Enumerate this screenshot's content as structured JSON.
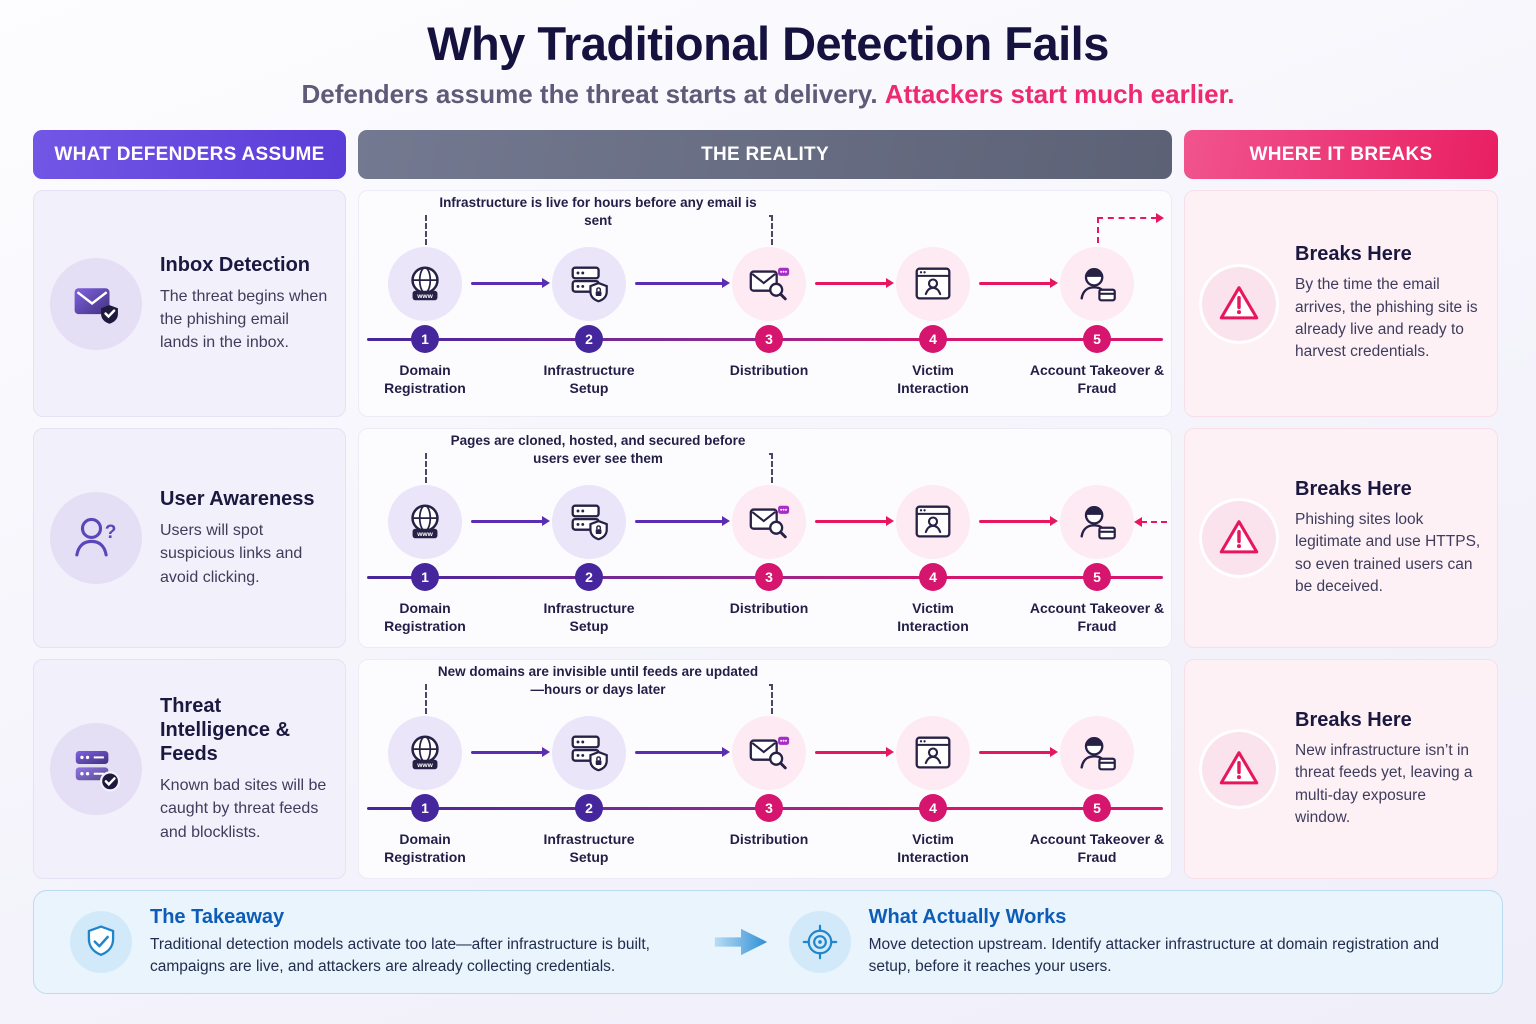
{
  "page": {
    "title": "Why Traditional Detection Fails",
    "subtitle_plain": "Defenders assume the threat starts at delivery. ",
    "subtitle_accent": "Attackers start much earlier."
  },
  "columns": {
    "assume": "WHAT DEFENDERS ASSUME",
    "reality": "THE REALITY",
    "breaks": "WHERE IT BREAKS"
  },
  "timeline": {
    "steps": [
      {
        "num": "1",
        "label": "Domain Registration",
        "icon": "globe-www-icon"
      },
      {
        "num": "2",
        "label": "Infrastructure Setup",
        "icon": "server-shield-icon"
      },
      {
        "num": "3",
        "label": "Distribution",
        "icon": "email-magnifier-icon"
      },
      {
        "num": "4",
        "label": "Victim Interaction",
        "icon": "browser-victim-icon"
      },
      {
        "num": "5",
        "label": "Account Takeover & Fraud",
        "icon": "hacker-card-icon"
      }
    ]
  },
  "rows": [
    {
      "assume": {
        "icon": "envelope-shield-icon",
        "title": "Inbox Detection",
        "text": "The threat begins when the phishing email lands in the inbox."
      },
      "annotation": "Infrastructure is live for hours before any email is sent",
      "breaks": {
        "icon": "warning-triangle-icon",
        "title": "Breaks Here",
        "text": "By the time the email arrives, the phishing site is already live and ready to harvest credentials."
      }
    },
    {
      "assume": {
        "icon": "user-question-icon",
        "title": "User Awareness",
        "text": "Users will spot suspicious links and avoid clicking."
      },
      "annotation": "Pages are cloned, hosted, and secured before users ever see them",
      "breaks": {
        "icon": "warning-triangle-icon",
        "title": "Breaks Here",
        "text": "Phishing sites look legitimate and use HTTPS, so even trained users can be deceived."
      }
    },
    {
      "assume": {
        "icon": "server-check-icon",
        "title": "Threat Intelligence & Feeds",
        "text": "Known bad sites will be caught by threat feeds and blocklists."
      },
      "annotation": "New domains are invisible until feeds are updated—hours or days later",
      "breaks": {
        "icon": "warning-triangle-icon",
        "title": "Breaks Here",
        "text": "New infrastructure isn’t in threat feeds yet, leaving a multi-day exposure window."
      }
    }
  ],
  "footer": {
    "takeaway": {
      "icon": "shield-check-icon",
      "title": "The Takeaway",
      "text": "Traditional detection models activate too late—after infrastructure is built, campaigns are live, and attackers are already collecting credentials."
    },
    "works": {
      "icon": "target-icon",
      "title": "What Actually Works",
      "text": "Move detection upstream. Identify attacker infrastructure at domain registration and setup, before it reaches your users."
    }
  },
  "colors": {
    "accent_purple": "#6a4ee0",
    "accent_slate": "#676d82",
    "accent_pink": "#e8175d",
    "step_purple": "#45269c",
    "step_magenta": "#d6156e",
    "banner_blue": "#1f86cc",
    "heading_navy": "#15123f"
  }
}
